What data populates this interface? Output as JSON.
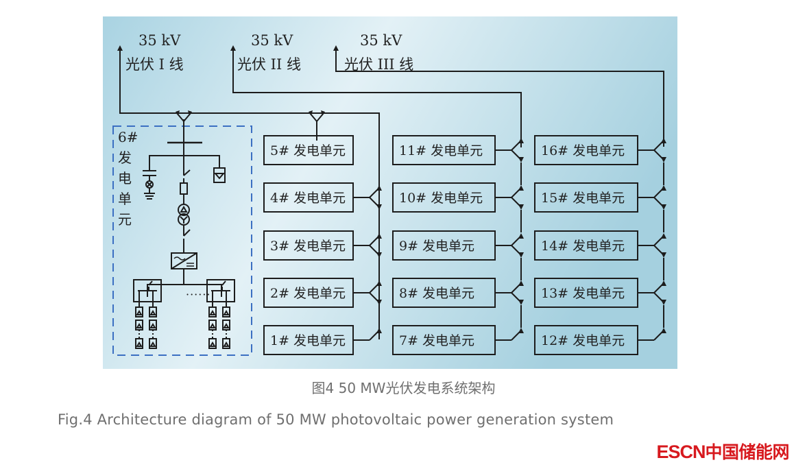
{
  "colors": {
    "panel_gradient": [
      "#a9d3e2",
      "#e3f1f6",
      "#a5d0df"
    ],
    "line": "#1c1c1c",
    "dashed_border": "#3b6fc2",
    "caption_text": "#6f6f6f",
    "logo": "#d7191e"
  },
  "feeders": [
    {
      "voltage": "35 kV",
      "name": "光伏 I 线"
    },
    {
      "voltage": "35 kV",
      "name": "光伏 II 线"
    },
    {
      "voltage": "35 kV",
      "name": "光伏 III 线"
    }
  ],
  "detail_unit": {
    "label_lines": [
      "6#",
      "发",
      "电",
      "单",
      "元"
    ],
    "ellipsis": "······",
    "components": [
      "busbar",
      "capacitor-bank",
      "reactor-ground",
      "disconnect-switch",
      "fuse",
      "transformer-delta-wye",
      "inverter",
      "combiner-box",
      "pv-string-module"
    ]
  },
  "columns": [
    {
      "feeder": "光伏 I 线",
      "units": [
        "5# 发电单元",
        "4# 发电单元",
        "3# 发电单元",
        "2# 发电单元",
        "1# 发电单元"
      ]
    },
    {
      "feeder": "光伏 II 线",
      "units": [
        "11# 发电单元",
        "10# 发电单元",
        "9# 发电单元",
        "8# 发电单元",
        "7# 发电单元"
      ]
    },
    {
      "feeder": "光伏 III 线",
      "units": [
        "16# 发电单元",
        "15# 发电单元",
        "14# 发电单元",
        "13# 发电单元",
        "12# 发电单元"
      ]
    }
  ],
  "caption": {
    "cn": "图4  50 MW光伏发电系统架构",
    "en": "Fig.4  Architecture diagram of 50 MW photovoltaic power generation system"
  },
  "watermark": {
    "latin": "ESCN",
    "cn": "中国储能网"
  }
}
